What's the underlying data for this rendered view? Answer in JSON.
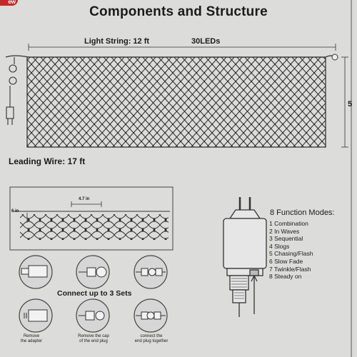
{
  "badge": "ew",
  "title": "Components and Structure",
  "light_string": "Light String: 12 ft",
  "led_count": "30LEDs",
  "height_mark": "5",
  "leading_wire": "Leading Wire: 17 ft",
  "detail_spacing": "4.7 in",
  "detail_end": "6 in",
  "modes": {
    "title": "8 Function Modes:",
    "items": [
      "1 Combination",
      "2 In Waves",
      "3 Sequential",
      "4 Slogs",
      "5 Chasing/Flash",
      "6 Slow Fade",
      "7 Twinkle/Flash",
      "8 Steady on"
    ]
  },
  "connect": "Connect up to 3 Sets",
  "captions": [
    "Remove\nthe adapter",
    "Remove the cap\nof the end plug",
    "connect the\nend plug together"
  ]
}
